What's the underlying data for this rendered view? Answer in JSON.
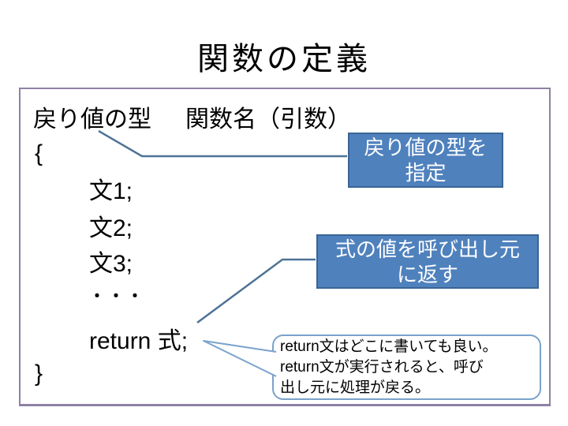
{
  "slide": {
    "title": "関数の定義",
    "code": {
      "header_left": "戻り値の型",
      "header_right": "関数名（引数）",
      "open_brace": "{",
      "statements": [
        "文1;",
        "文2;",
        "文3;"
      ],
      "ellipsis": "・・・",
      "return_line": "return 式;",
      "close_brace": "}"
    },
    "callouts": {
      "return_type": {
        "lines": [
          "戻り値の型を",
          "指定"
        ]
      },
      "return_value": {
        "lines": [
          "式の値を呼び出し元",
          "に返す"
        ]
      },
      "return_note": {
        "lines": [
          "return文はどこに書いても良い。",
          "return文が実行されると、呼び",
          "出し元に処理が戻る。"
        ]
      }
    },
    "colors": {
      "blue_box_fill": "#4f81bd",
      "blue_box_border": "#3a6595",
      "connector_line": "#4f7296",
      "note_border": "#7ba2cc",
      "frame_border": "#8e81a3",
      "title_text": "#000000"
    }
  }
}
